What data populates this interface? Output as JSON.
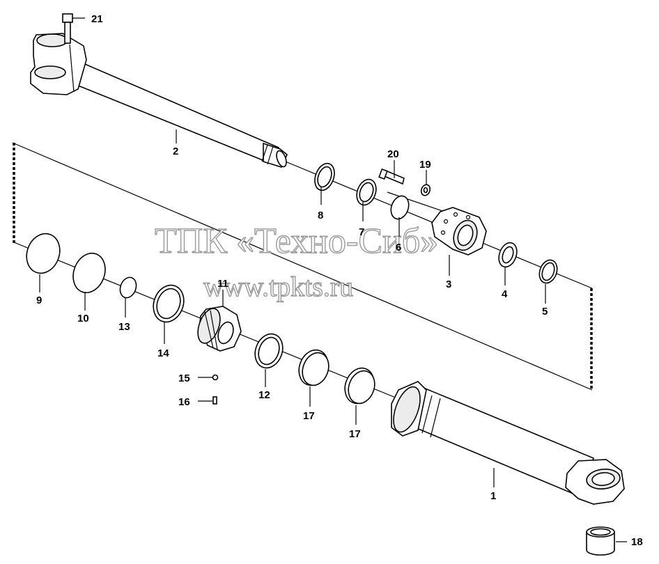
{
  "watermark": {
    "line1": "ТПК «Техно-Сиб»",
    "line2": "www.tpkts.ru"
  },
  "labels": {
    "p1": "1",
    "p2": "2",
    "p3": "3",
    "p4": "4",
    "p5": "5",
    "p6": "6",
    "p7": "7",
    "p8": "8",
    "p9": "9",
    "p10": "10",
    "p11": "11",
    "p12": "12",
    "p13": "13",
    "p14": "14",
    "p15": "15",
    "p16": "16",
    "p17a": "17",
    "p17b": "17",
    "p18": "18",
    "p19": "19",
    "p20": "20",
    "p21": "21"
  }
}
